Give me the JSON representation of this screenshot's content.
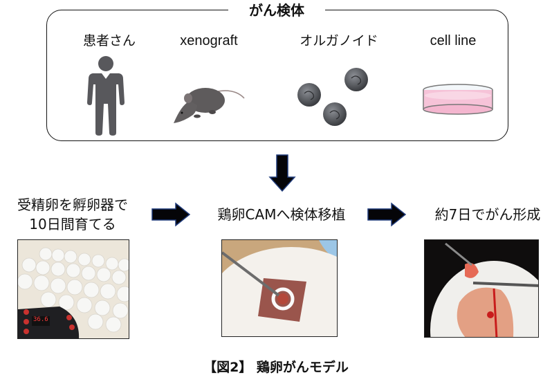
{
  "group": {
    "title": "がん検体",
    "sources": [
      {
        "label": "患者さん",
        "icon": "patient-icon"
      },
      {
        "label": "xenograft",
        "icon": "mouse-icon"
      },
      {
        "label": "オルガノイド",
        "icon": "organoid-icon"
      },
      {
        "label": "cell line",
        "icon": "petri-dish-icon"
      }
    ]
  },
  "flow": {
    "steps": [
      {
        "label_lines": [
          "受精卵を孵卵器で",
          "10日間育てる"
        ],
        "photo": "incubator-photo",
        "incubator_display": "36.6"
      },
      {
        "label_lines": [
          "鶏卵CAMへ検体移植"
        ],
        "photo": "cam-transplant-photo"
      },
      {
        "label_lines": [
          "約7日でがん形成"
        ],
        "photo": "tumor-formation-photo"
      }
    ],
    "arrow_color": "#0a0a14",
    "arrow_outline": "#1f3a7a"
  },
  "caption": "【図2】 鶏卵がんモデル"
}
